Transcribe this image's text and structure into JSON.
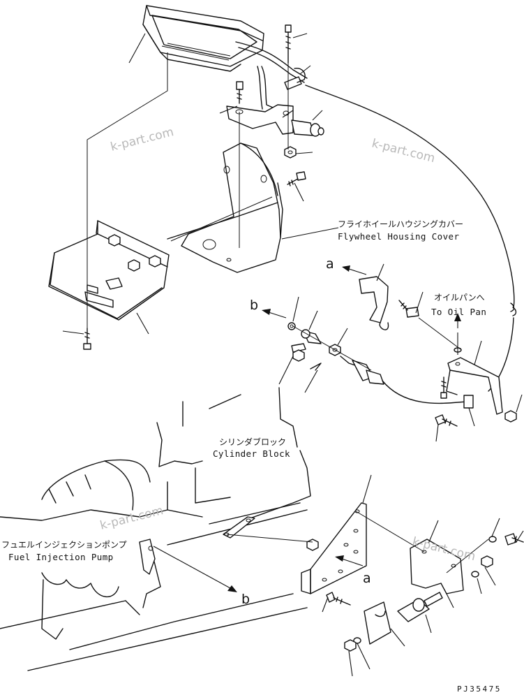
{
  "labels": {
    "flywheel_cover_jp": "フライホイールハウジングカバー",
    "flywheel_cover_en": "Flywheel Housing Cover",
    "oil_pan_jp": "オイルパンへ",
    "oil_pan_en": "To Oil Pan",
    "cylinder_block_jp": "シリンダブロック",
    "cylinder_block_en": "Cylinder Block",
    "fuel_pump_jp": "フュエルインジェクションポンプ",
    "fuel_pump_en": "Fuel Injection Pump"
  },
  "refs": {
    "a_upper": "a",
    "a_lower": "a",
    "b_upper": "b",
    "b_lower": "b"
  },
  "watermarks": [
    "k-part.com",
    "k-part.com",
    "k-part.com",
    "k-part.com"
  ],
  "drawing_code": "PJ35475"
}
